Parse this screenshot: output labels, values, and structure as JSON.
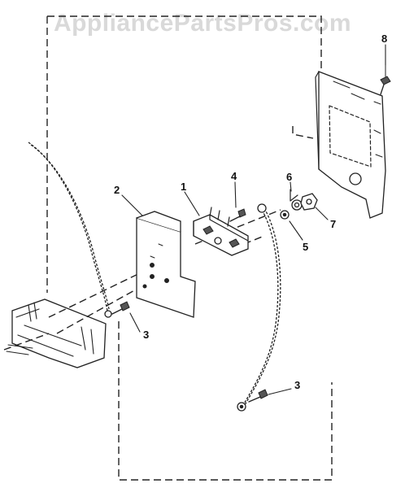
{
  "watermark": "AppliancePartsPros.com",
  "callouts": {
    "c1": "1",
    "c2": "2",
    "c3a": "3",
    "c3b": "3",
    "c4": "4",
    "c5": "5",
    "c6": "6",
    "c7": "7",
    "c8": "8"
  }
}
